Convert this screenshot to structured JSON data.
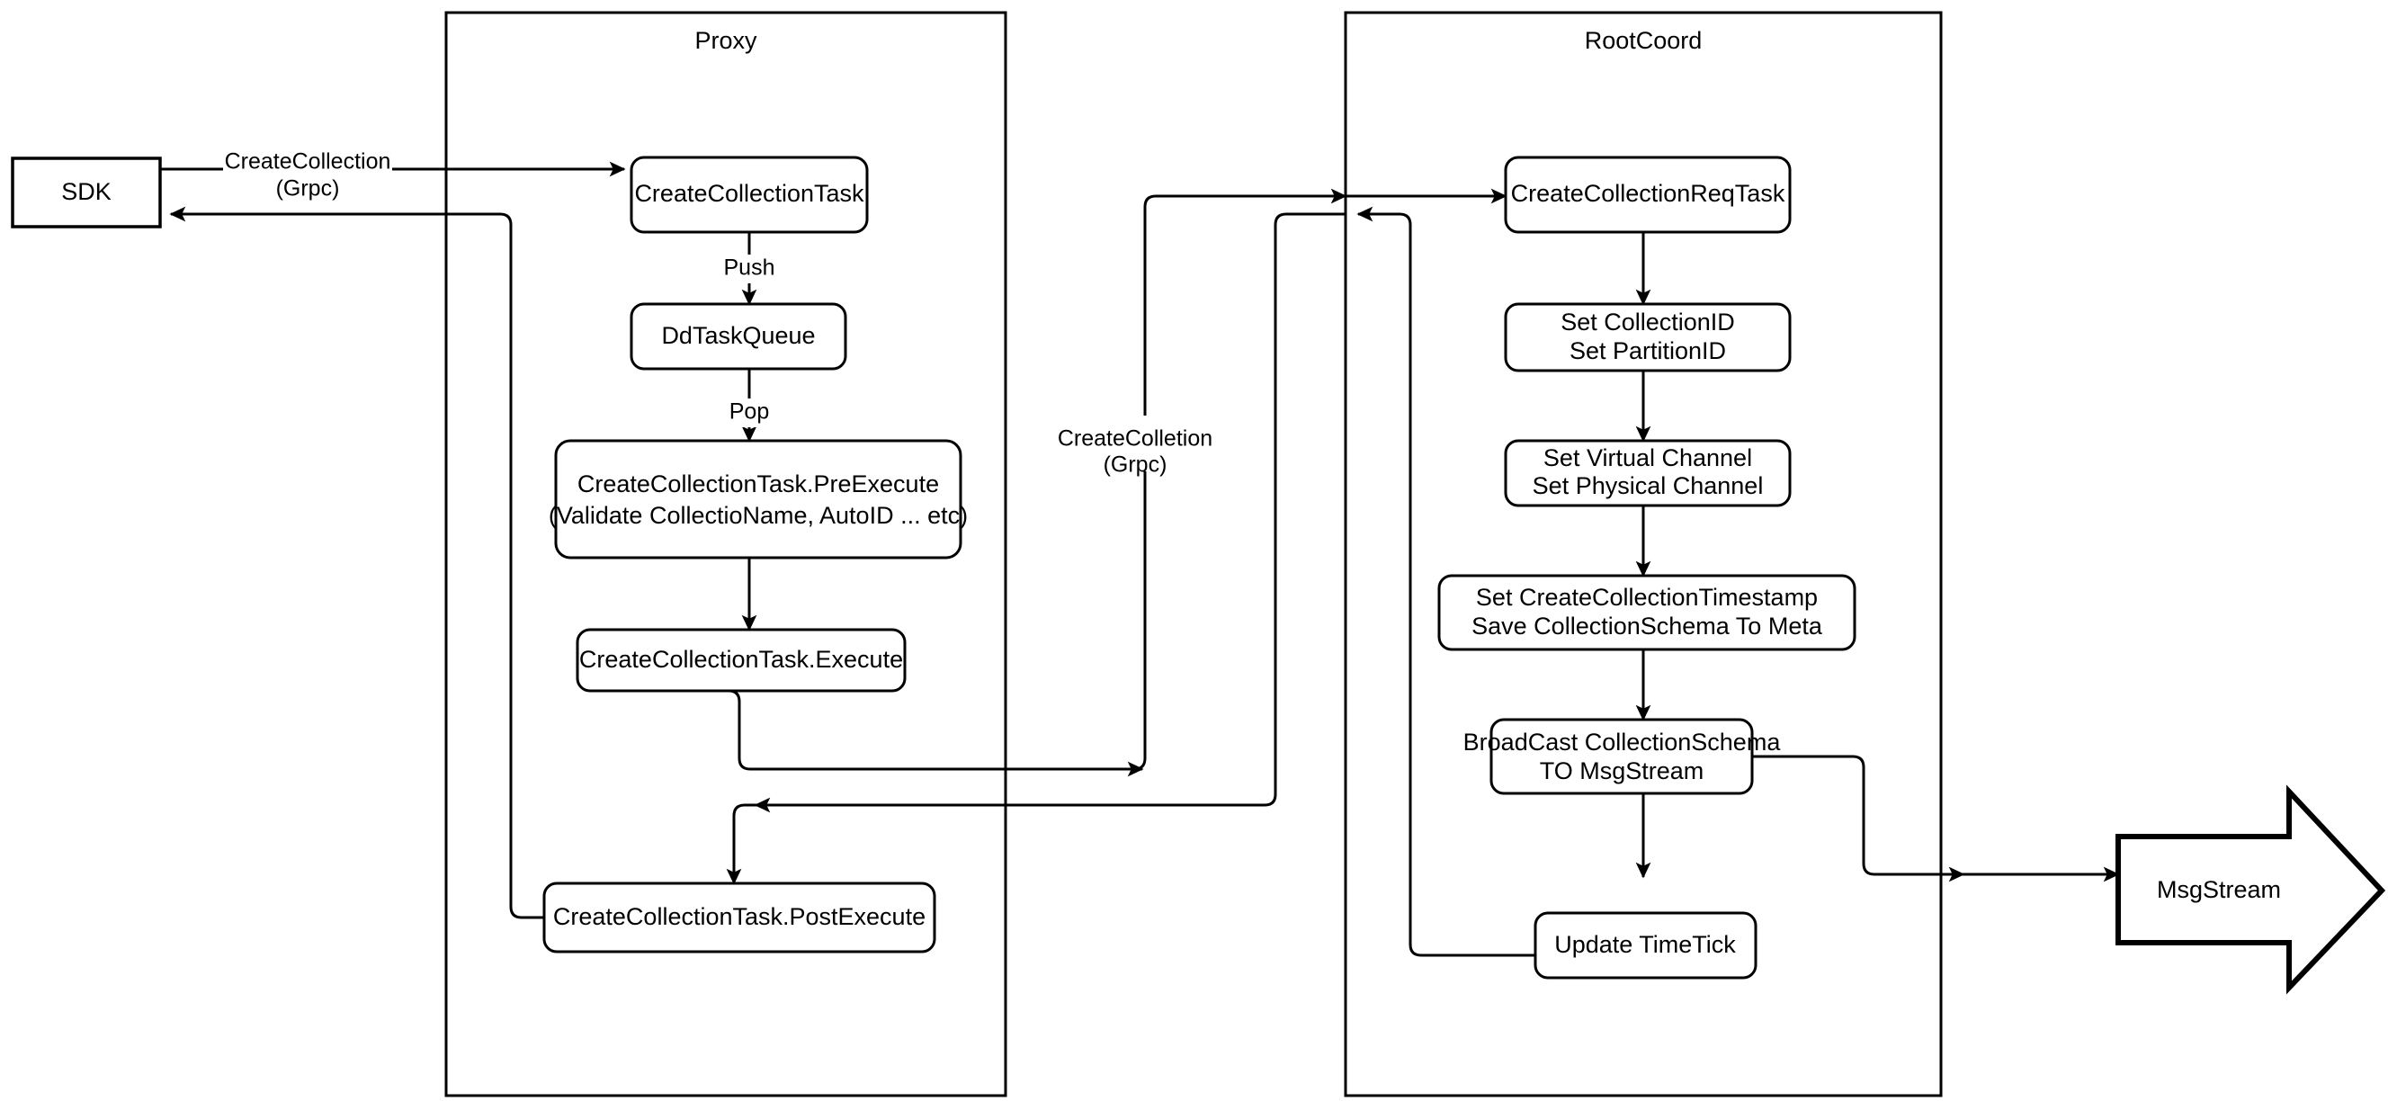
{
  "diagram": {
    "title_hidden": "",
    "background_color": "#ffffff",
    "line_color": "#000000"
  },
  "containers": [
    {
      "id": "proxy",
      "label": "Proxy"
    },
    {
      "id": "rootcoord",
      "label": "RootCoord"
    }
  ],
  "nodes": {
    "sdk": {
      "label": "SDK"
    },
    "msgstream": {
      "label": "MsgStream"
    },
    "proxy_task": {
      "label": "CreateCollectionTask"
    },
    "proxy_queue": {
      "label": "DdTaskQueue"
    },
    "proxy_pre_line1": {
      "label": "CreateCollectionTask.PreExecute"
    },
    "proxy_pre_line2": {
      "label": "(Validate CollectioName, AutoID ... etc)"
    },
    "proxy_exec": {
      "label": "CreateCollectionTask.Execute"
    },
    "proxy_post": {
      "label": "CreateCollectionTask.PostExecute"
    },
    "rc_task": {
      "label": "CreateCollectionReqTask"
    },
    "rc_ids_line1": {
      "label": "Set CollectionID"
    },
    "rc_ids_line2": {
      "label": "Set PartitionID"
    },
    "rc_chan_line1": {
      "label": "Set Virtual Channel"
    },
    "rc_chan_line2": {
      "label": "Set Physical Channel"
    },
    "rc_meta_line1": {
      "label": "Set CreateCollectionTimestamp"
    },
    "rc_meta_line2": {
      "label": "Save CollectionSchema To Meta"
    },
    "rc_bcast_line1": {
      "label": "BroadCast CollectionSchema"
    },
    "rc_bcast_line2": {
      "label": "TO MsgStream"
    },
    "rc_timetick": {
      "label": "Update TimeTick"
    }
  },
  "edge_labels": {
    "sdk_to_proxy_line1": "CreateCollection",
    "sdk_to_proxy_line2": "(Grpc)",
    "push": "Push",
    "pop": "Pop",
    "proxy_to_rc_line1": "CreateColletion",
    "proxy_to_rc_line2": "(Grpc)"
  }
}
